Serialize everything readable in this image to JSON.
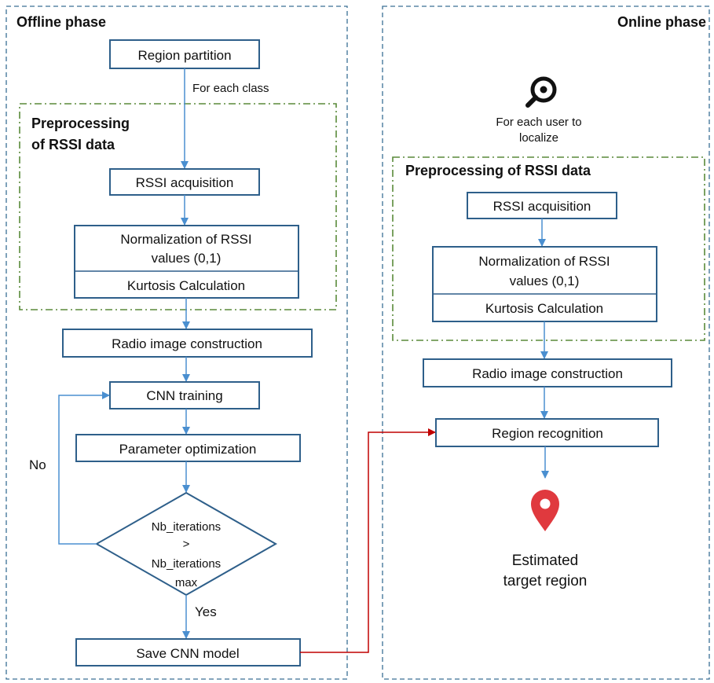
{
  "offline": {
    "title": "Offline phase",
    "region_partition": "Region partition",
    "for_each_class": "For each class",
    "preprocessing_line1": "Preprocessing",
    "preprocessing_line2": "of RSSI data",
    "rssi_acquisition": "RSSI acquisition",
    "normalization_line1": "Normalization of RSSI",
    "normalization_line2": "values (0,1)",
    "kurtosis": "Kurtosis Calculation",
    "radio_image": "Radio image construction",
    "cnn_training": "CNN training",
    "param_opt": "Parameter optimization",
    "decision_line1": "Nb_iterations",
    "decision_line2": ">",
    "decision_line3": "Nb_iterations",
    "decision_line4": "max",
    "no_label": "No",
    "yes_label": "Yes",
    "save_model": "Save CNN model"
  },
  "online": {
    "title": "Online phase",
    "for_each_user_line1": "For each user to",
    "for_each_user_line2": "localize",
    "preprocessing": "Preprocessing of RSSI data",
    "rssi_acquisition": "RSSI acquisition",
    "normalization_line1": "Normalization of RSSI",
    "normalization_line2": "values (0,1)",
    "kurtosis": "Kurtosis Calculation",
    "radio_image": "Radio image construction",
    "region_recognition": "Region recognition",
    "estimated_line1": "Estimated",
    "estimated_line2": "target region",
    "search_icon": "search-location-icon",
    "pin_icon": "map-pin-icon"
  },
  "colors": {
    "box_border": "#2e5f8a",
    "arrow": "#4a8fd0",
    "phase_border": "#3a6f95",
    "prep_border": "#5a8a3a",
    "cross_arrow": "#c00000",
    "pin": "#e0393e"
  }
}
